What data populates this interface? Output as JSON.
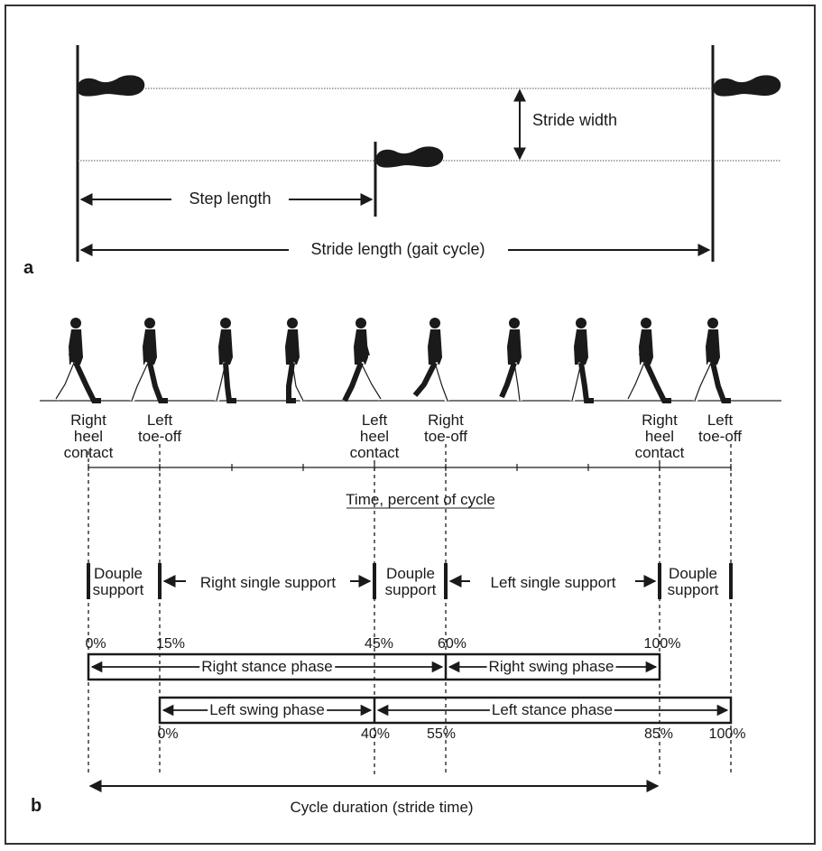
{
  "panel_a": {
    "label": "a",
    "stride_width": "Stride width",
    "step_length": "Step length",
    "stride_length": "Stride length (gait cycle)"
  },
  "panel_b": {
    "label": "b",
    "events": [
      {
        "lines": [
          "Right",
          "heel",
          "contact"
        ]
      },
      {
        "lines": [
          "Left",
          "toe-off"
        ]
      },
      {
        "lines": [
          "Left",
          "heel",
          "contact"
        ]
      },
      {
        "lines": [
          "Right",
          "toe-off"
        ]
      },
      {
        "lines": [
          "Right",
          "heel",
          "contact"
        ]
      },
      {
        "lines": [
          "Left",
          "toe-off"
        ]
      }
    ],
    "axis_title": "Time, percent of cycle",
    "support_phases": [
      {
        "lines": [
          "Douple",
          "support"
        ]
      },
      {
        "label": "Right single support"
      },
      {
        "lines": [
          "Douple",
          "support"
        ]
      },
      {
        "label": "Left single support"
      },
      {
        "lines": [
          "Douple",
          "support"
        ]
      }
    ],
    "right_percents": [
      "0%",
      "15%",
      "45%",
      "60%",
      "100%"
    ],
    "right_stance": "Right stance phase",
    "right_swing": "Right swing phase",
    "left_swing": "Left swing phase",
    "left_stance": "Left stance phase",
    "left_percents": [
      "0%",
      "40%",
      "55%",
      "85%",
      "100%"
    ],
    "cycle_duration": "Cycle duration (stride time)"
  }
}
